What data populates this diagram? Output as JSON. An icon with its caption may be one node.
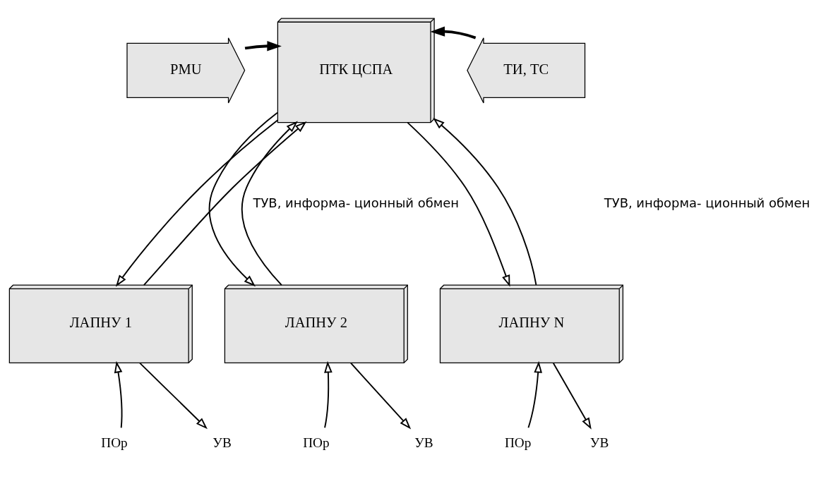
{
  "diagram": {
    "nodes": [
      {
        "text": [
          "ПТК ЦСПА"
        ]
      },
      {
        "text": [
          "PMU"
        ]
      },
      {
        "text": [
          "ТИ, ТС"
        ]
      },
      {
        "text": [
          "ЛАПНУ 1"
        ]
      },
      {
        "text": [
          "ЛАПНУ 2"
        ]
      },
      {
        "text": [
          "ЛАПНУ N"
        ]
      },
      {
        "text": [
          "ПОр"
        ]
      },
      {
        "text": [
          "УВ"
        ]
      },
      {
        "text": [
          "ПОр"
        ]
      },
      {
        "text": [
          "УВ"
        ]
      },
      {
        "text": [
          "ПОр"
        ]
      },
      {
        "text": [
          "УВ"
        ]
      }
    ],
    "edges": [
      {
        "from": 1,
        "to": 0,
        "arrow": "to",
        "style": "thick"
      },
      {
        "from": 2,
        "to": 0,
        "arrow": "to",
        "style": "thick"
      },
      {
        "from": 0,
        "to": 3,
        "arrow": "to"
      },
      {
        "from": 3,
        "to": 0,
        "arrow": "to"
      },
      {
        "from": 4,
        "to": 0,
        "arrow": "to"
      },
      {
        "from": 0,
        "to": 4,
        "arrow": "to"
      },
      {
        "from": 5,
        "to": 0,
        "arrow": "to"
      },
      {
        "from": 0,
        "to": 5,
        "arrow": "to"
      },
      {
        "from": 6,
        "to": 3,
        "arrow": "to"
      },
      {
        "from": 3,
        "to": 7,
        "arrow": "to"
      },
      {
        "from": 8,
        "to": 4,
        "arrow": "to"
      },
      {
        "from": 4,
        "to": 9,
        "arrow": "to"
      },
      {
        "from": 10,
        "to": 5,
        "arrow": "to"
      },
      {
        "from": 5,
        "to": 11,
        "arrow": "to"
      }
    ],
    "labels": [
      "ТУВ, информа- ционный обмен",
      "ТУВ, информа- ционный обмен"
    ]
  }
}
